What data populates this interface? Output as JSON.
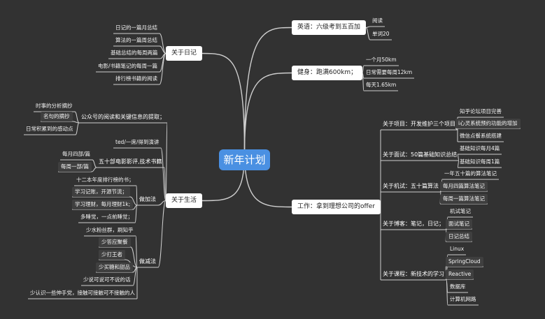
{
  "colors": {
    "background": "#323232",
    "central": "#4a90e2",
    "line": "#cfcfcf",
    "node_fill": "#ffffff",
    "node_dark": "#3f3f3f"
  },
  "central": "新年计划",
  "branches": {
    "english": {
      "label": "英语：六级考到五百加",
      "items": [
        "阅读",
        "单词20"
      ]
    },
    "fitness": {
      "label": "健身：跑满600km；",
      "items": [
        "一个月50km",
        "日常需要每周12km",
        "每天1.65km"
      ]
    },
    "diary": {
      "label": "关于日记",
      "items": [
        "日记的一篇月总结",
        "算法的一篇周总结",
        "基础总结的每周两篇",
        "电影/书籍笔记的每周一篇",
        "排行榜书籍的阅读"
      ]
    },
    "life": {
      "label": "关于生活",
      "public_account": {
        "label": "公众号的阅读和关键信息的提取；",
        "items": [
          "时事的分析摘抄",
          "名句的摘抄",
          "日常积累到的感动点"
        ]
      },
      "ted": "ted/一席/得到演讲",
      "movies": {
        "label": "五十部电影影评,技术书籍",
        "items": [
          "每月四部/篇",
          "每周一部/篇"
        ]
      },
      "do_more": {
        "label": "做加法",
        "items": [
          "十二本年度排行榜的书；",
          "学习记账，开源节流；",
          "学习理财，每月理财1k;",
          "多睡觉，一点前睡觉；"
        ]
      },
      "do_less": {
        "label": "做减法",
        "items": [
          "少水粉丝群，刷知乎",
          "少答应聚餐",
          "少打王者",
          "少买糖和甜品",
          "少说可说可不说的话",
          "少认识一些伸手党，接触可接触可不接触的人"
        ]
      }
    },
    "work": {
      "label": "工作：拿到理想公司的offer",
      "project": {
        "label": "关于项目：开发维护三个项目",
        "items": [
          "知乎论坛项目完善",
          "i心灵系统预约功能的增加",
          "微信点餐系统搭建"
        ]
      },
      "interview": {
        "label": "关于面试：50篇基础知识总结",
        "items": [
          "基础知识每月4篇",
          "基础知识每周1篇"
        ]
      },
      "machine_test": {
        "label": "关于机试：五十篇算法",
        "items": [
          "一年五十篇的算法笔记",
          "每月四篇算法笔记",
          "每周一篇算法笔记"
        ]
      },
      "blog": {
        "label": "关于博客：笔记，日记；",
        "items": [
          "机试笔记",
          "面试笔记",
          "日记总结"
        ]
      },
      "courses": {
        "label": "关于课程：新技术的学习",
        "items": [
          "Linux",
          "SpringCloud",
          "Reactive",
          "数据库",
          "计算机网路"
        ]
      }
    }
  }
}
